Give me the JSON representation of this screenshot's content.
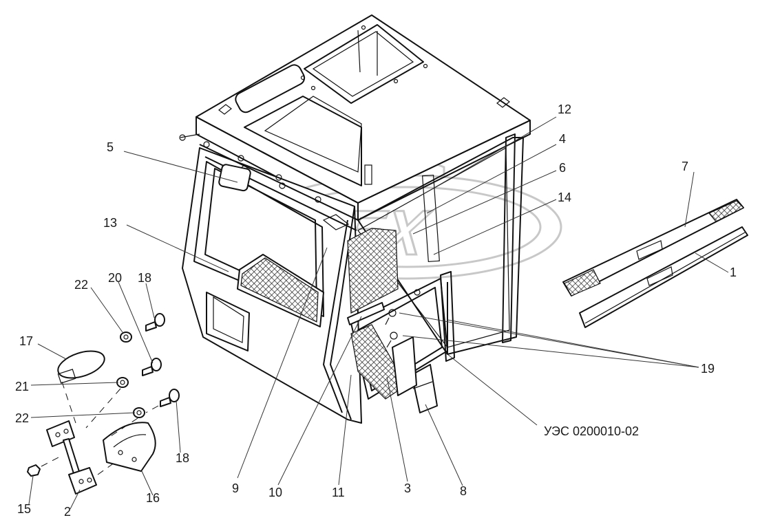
{
  "labels": {
    "l1": "1",
    "l2": "2",
    "l3": "3",
    "l4": "4",
    "l5": "5",
    "l6": "6",
    "l7": "7",
    "l8": "8",
    "l9": "9",
    "l10": "10",
    "l11": "11",
    "l12": "12",
    "l13": "13",
    "l14": "14",
    "l15": "15",
    "l16": "16",
    "l17": "17",
    "l18a": "18",
    "l18b": "18",
    "l19": "19",
    "l20": "20",
    "l21": "21",
    "l22a": "22",
    "l22b": "22",
    "assembly_code": "УЭС 0200010-02"
  },
  "watermark": {
    "text": "DEX"
  },
  "colors": {
    "line": "#111111",
    "label": "#1a1a1a",
    "watermark": "#c8c8c8",
    "background": "#ffffff"
  }
}
